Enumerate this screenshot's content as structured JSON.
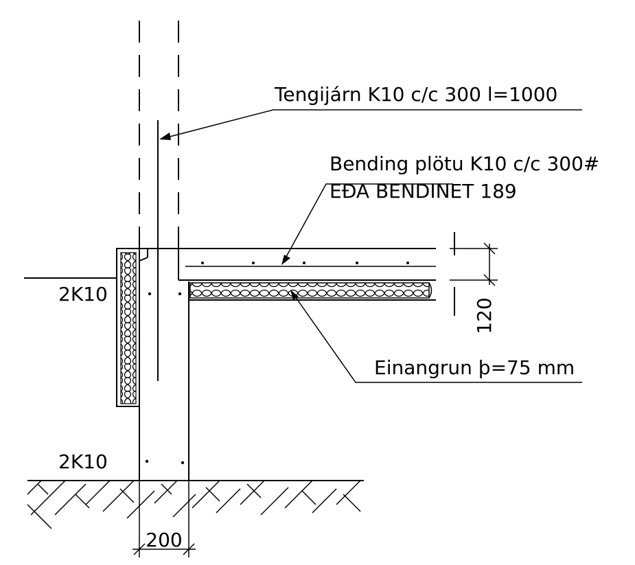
{
  "labels": {
    "tengijarn": "Tengijárn K10 c/c 300 l=1000",
    "bending_line1": "Bending plötu K10 c/c 300#",
    "bending_line2": "EÐA BENDINET 189",
    "einangrun": "Einangrun þ=75 mm",
    "rebar_upper": "2K10",
    "rebar_lower": "2K10",
    "dim_120": "120",
    "dim_200": "200"
  },
  "colors": {
    "line": "#000000",
    "background": "#ffffff"
  }
}
